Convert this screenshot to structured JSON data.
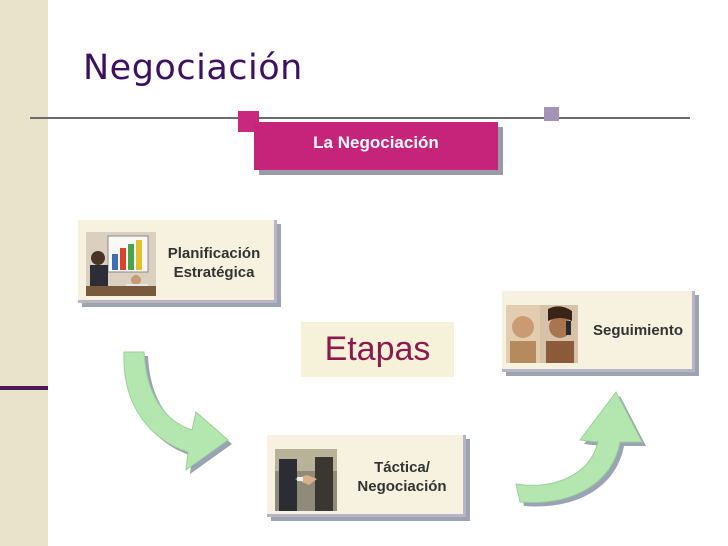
{
  "slide": {
    "title": "Negociación",
    "header": "La Negociación",
    "center_label": "Etapas"
  },
  "stages": [
    {
      "line1": "Planificación",
      "line2": "Estratégica"
    },
    {
      "line1": "Táctica/",
      "line2": "Negociación"
    },
    {
      "line1": "Seguimiento",
      "line2": ""
    }
  ],
  "colors": {
    "title": "#3e1060",
    "accent_magenta": "#c6247a",
    "accent_purple": "#a493b5",
    "side_bar": "#e9e3cc",
    "arrow_green": "#b4e6b0",
    "card_bg": "#f6f2df",
    "etapas_text": "#8c1a4e"
  },
  "icons": {
    "card1_photo": "business-meeting-chart-photo",
    "card2_photo": "handshake-photo",
    "card3_photo": "people-on-phone-photo",
    "arrows": "curved-green-arrow-icon"
  }
}
